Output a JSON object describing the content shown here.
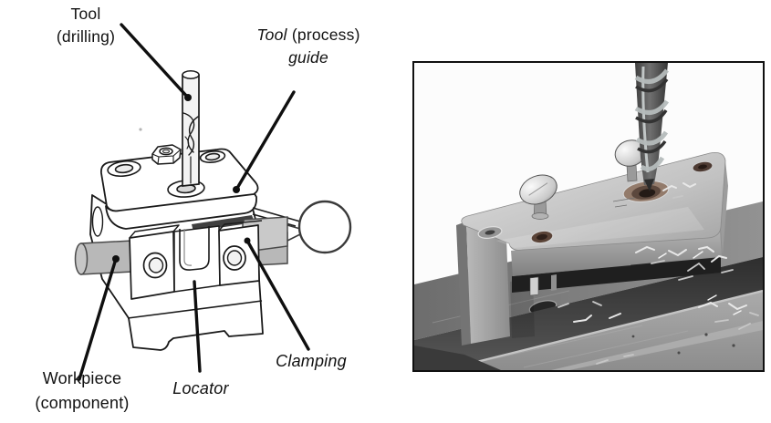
{
  "figure": {
    "labels": {
      "tool_drilling": {
        "line1": "Tool",
        "line2": "(drilling)"
      },
      "tool_process_guide": {
        "tool": "Tool",
        "process": "(process)",
        "guide": "guide"
      },
      "workpiece_component": {
        "line1": "Workpiece",
        "line2": "(component)"
      },
      "locator": "Locator",
      "clamping": "Clamping"
    },
    "colors": {
      "label_text": "#111111",
      "line_art": "#1a1a1a",
      "workpiece_rod": "#b8b8b8",
      "photo_border": "#101010",
      "photo_plate_light": "#d9d9d9",
      "photo_bar_dark": "#454545",
      "photo_bushing": "#5c483d",
      "photo_drill": "#565656",
      "photo_swarf": "#e0e0e0"
    }
  }
}
